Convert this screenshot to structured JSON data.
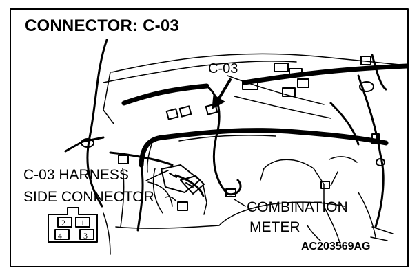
{
  "title": "CONNECTOR: C-03",
  "labels": {
    "connector_callout": "C-03",
    "harness_line1": "C-03 HARNESS",
    "harness_line2": "SIDE CONNECTOR",
    "meter_line1": "COMBINATION",
    "meter_line2": "METER"
  },
  "figure_code": "AC203569AG",
  "connector_pins": [
    "2",
    "1",
    "4",
    "3"
  ]
}
